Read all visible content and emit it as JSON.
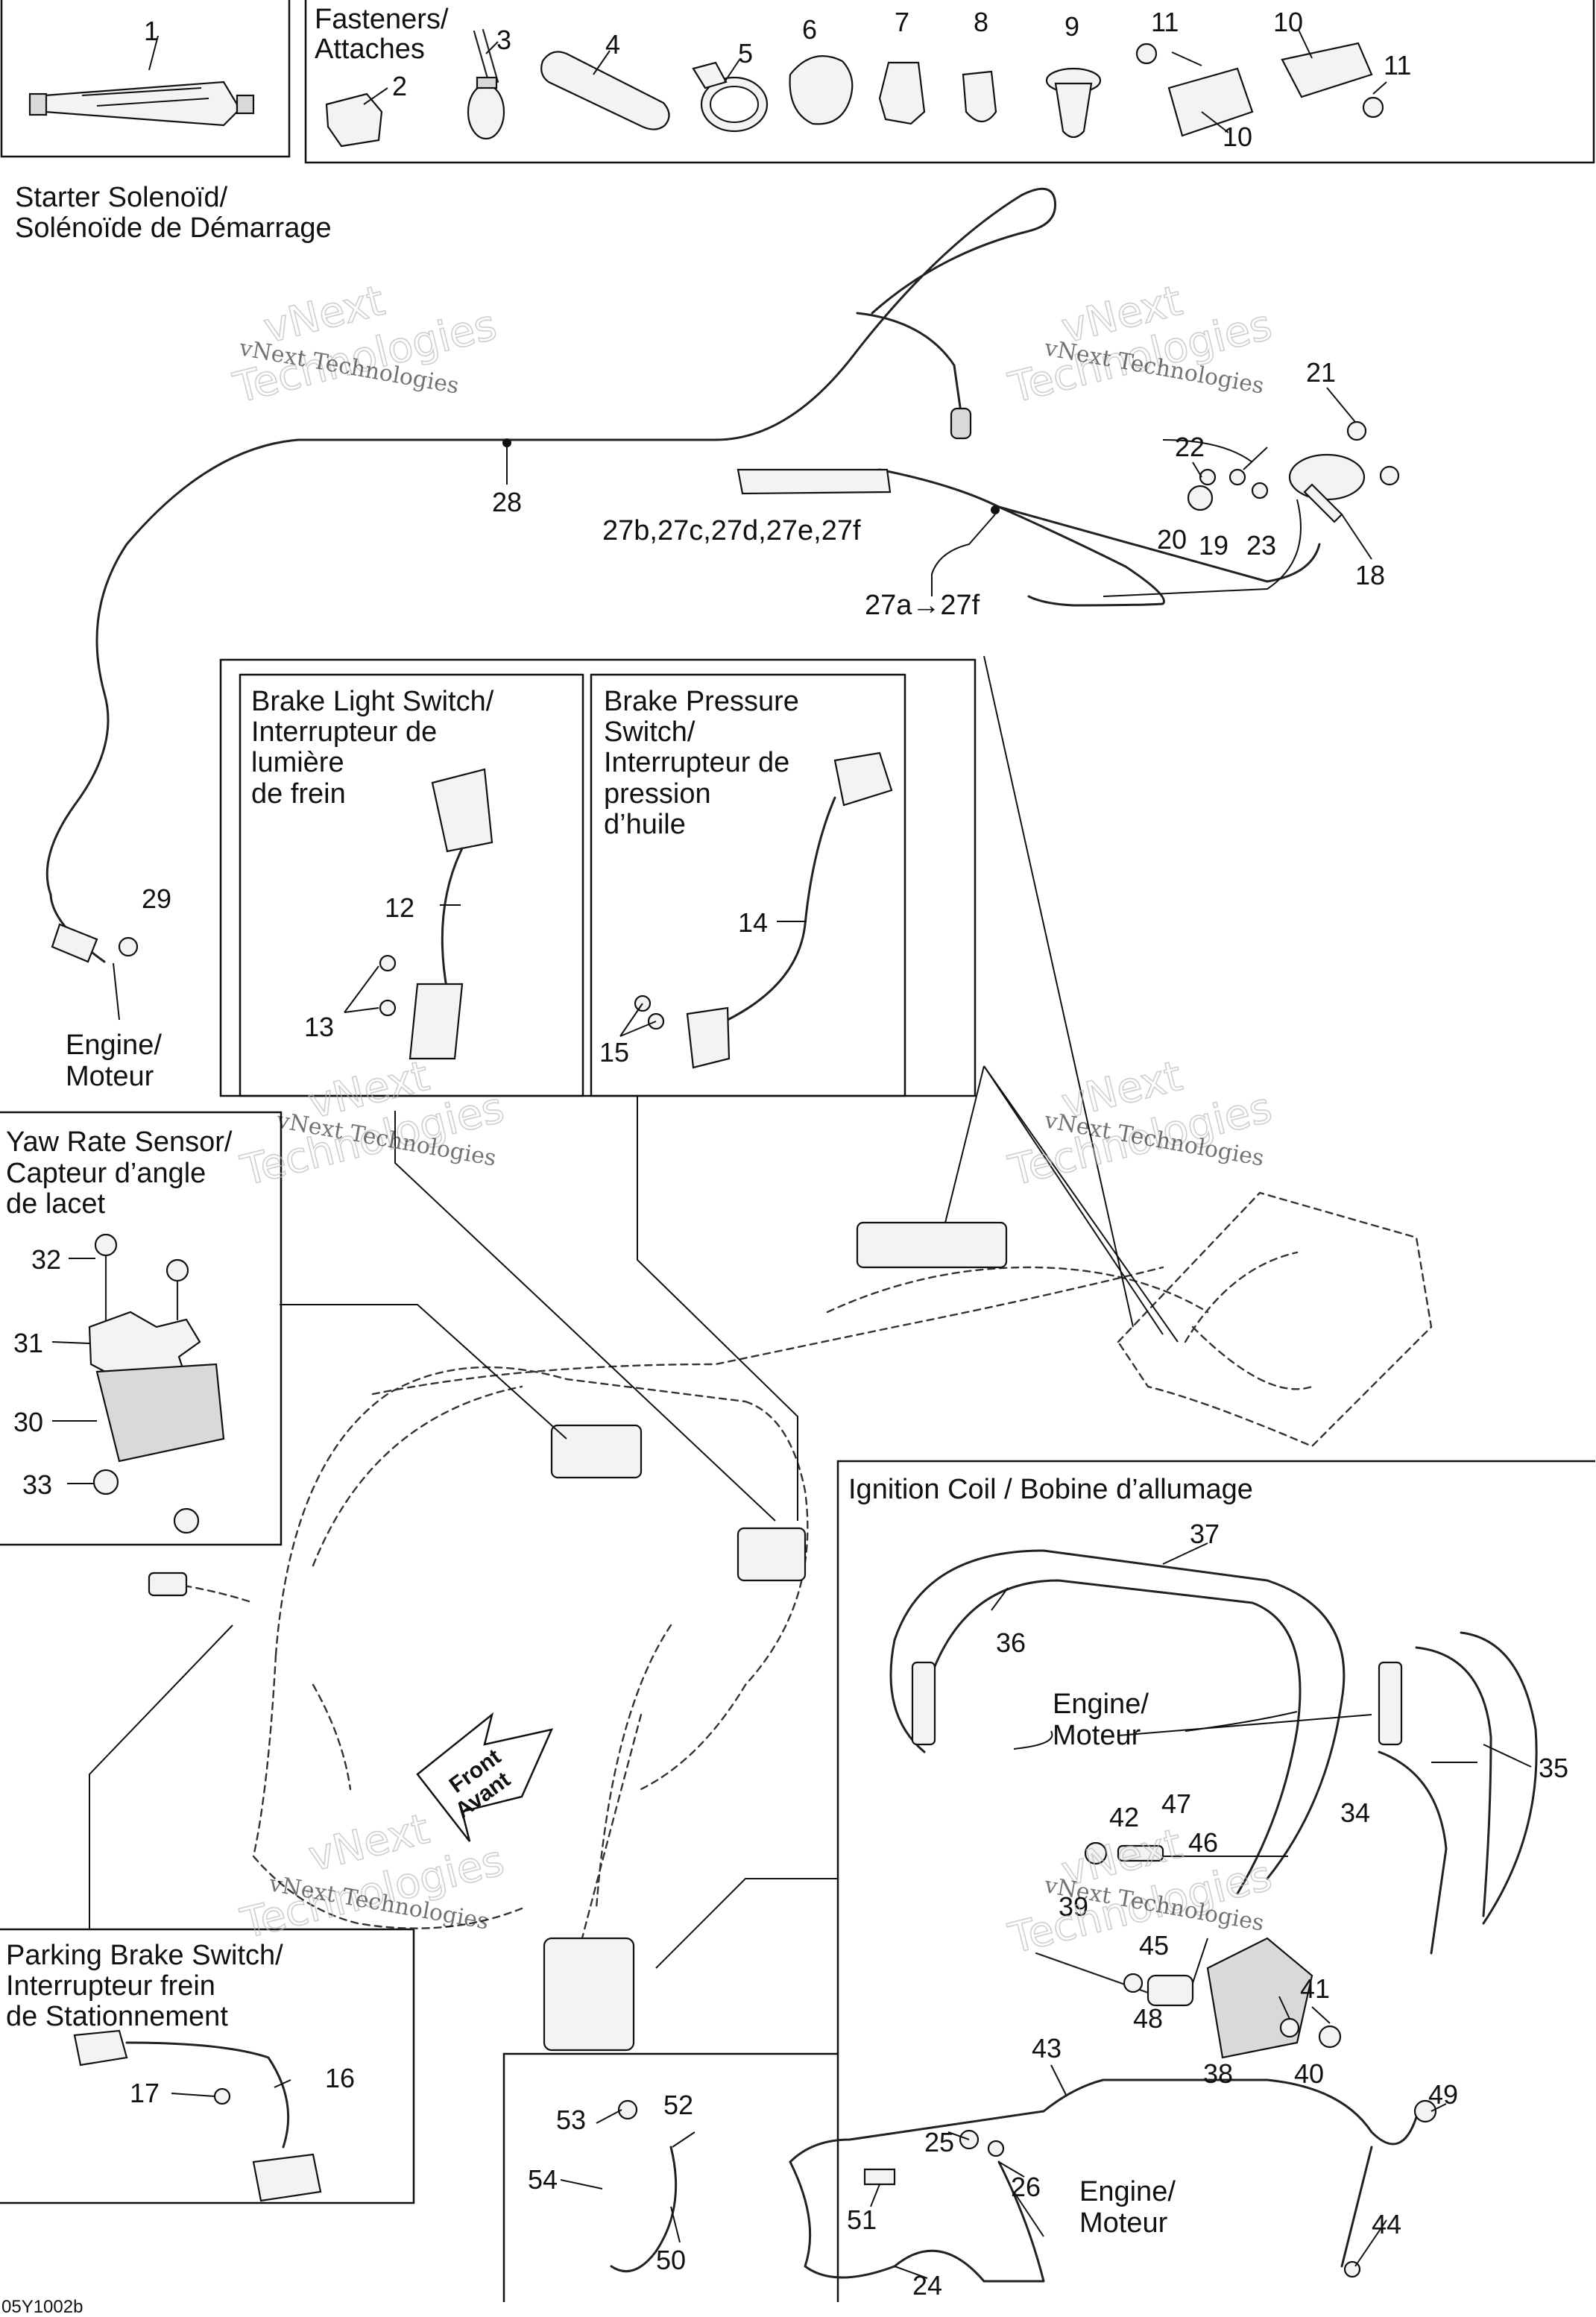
{
  "sections": {
    "fasteners": [
      "Fasteners/",
      "Attaches"
    ],
    "starter": [
      "Starter Solenoïd/",
      "Solénoïde de Démarrage"
    ],
    "brake_light": [
      "Brake Light Switch/",
      "Interrupteur de",
      "lumière",
      "de frein"
    ],
    "brake_pressure": [
      "Brake Pressure",
      "Switch/",
      "Interrupteur de",
      "pression",
      "d’huile"
    ],
    "yaw": [
      "Yaw Rate Sensor/",
      "Capteur d’angle",
      "de lacet"
    ],
    "ignition": "Ignition Coil / Bobine d’allumage",
    "parking": [
      "Parking Brake Switch/",
      "Interrupteur frein",
      "de Stationnement"
    ]
  },
  "notes": {
    "engine": [
      "Engine/",
      "Moteur"
    ],
    "front": [
      "Front",
      "Avant"
    ],
    "harness_ref": "27b,27c,27d,27e,27f",
    "harness_range": "27a",
    "harness_range_end": "27f",
    "drawing_code": "05Y1002b"
  },
  "watermark": {
    "small": "vNext Technologies",
    "big_top": "vNext",
    "big_bottom": "Technologies"
  },
  "callouts": [
    "1",
    "2",
    "3",
    "4",
    "5",
    "6",
    "7",
    "8",
    "9",
    "10",
    "10",
    "11",
    "11",
    "28",
    "21",
    "22",
    "18",
    "20",
    "19",
    "23",
    "29",
    "12",
    "13",
    "14",
    "15",
    "32",
    "31",
    "30",
    "33",
    "37",
    "36",
    "35",
    "34",
    "42",
    "47",
    "46",
    "39",
    "45",
    "41",
    "48",
    "38",
    "40",
    "43",
    "49",
    "53",
    "52",
    "25",
    "54",
    "26",
    "51",
    "50",
    "44",
    "24",
    "16",
    "17"
  ]
}
